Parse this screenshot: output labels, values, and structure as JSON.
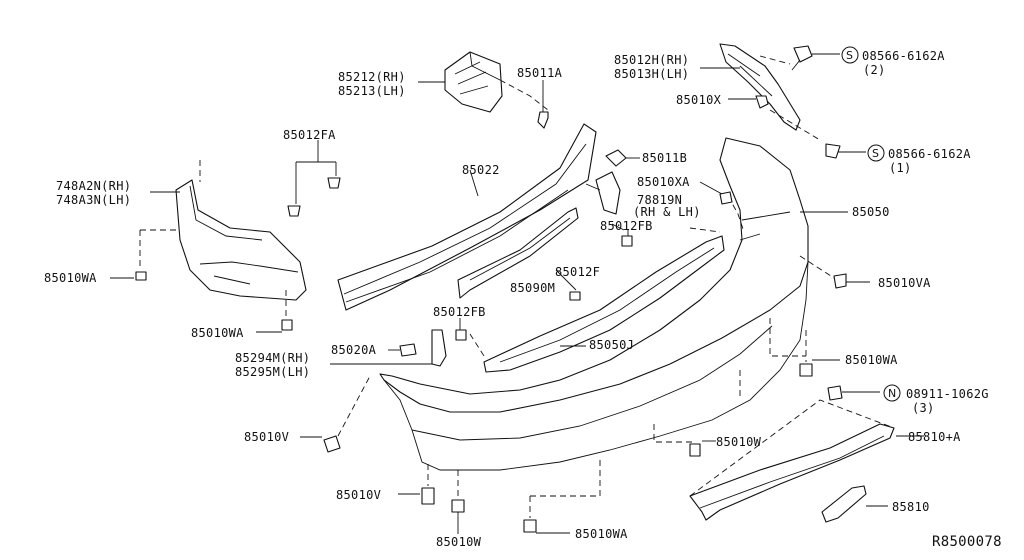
{
  "labels": {
    "p85212": "85212(RH)",
    "p85213": "85213(LH)",
    "p85011A": "85011A",
    "p85012H": "85012H(RH)",
    "p85013H": "85013H(LH)",
    "p85010X": "85010X",
    "p08566a": "08566-6162A",
    "p08566a_q": "(2)",
    "p08566b": "08566-6162A",
    "p08566b_q": "(1)",
    "p85012FA": "85012FA",
    "p748A2N": "748A2N(RH)",
    "p748A3N": "748A3N(LH)",
    "p85022": "85022",
    "p85011B": "85011B",
    "p85010XA": "85010XA",
    "p78819N": "78819N",
    "p78819N_sub": "(RH & LH)",
    "p85012FB_top": "85012FB",
    "p85050": "85050",
    "p85010WA_l": "85010WA",
    "p85090M": "85090M",
    "p85012F": "85012F",
    "p85010VA": "85010VA",
    "p85010WA_2": "85010WA",
    "p85012FB_mid": "85012FB",
    "p85020A": "85020A",
    "p85050J": "85050J",
    "p85294M": "85294M(RH)",
    "p85295M": "85295M(LH)",
    "p85010WA_r": "85010WA",
    "p08911": "08911-1062G",
    "p08911_q": "(3)",
    "p85810A": "85810+A",
    "p85010V_1": "85010V",
    "p85010W_1": "85010W",
    "p85010V_2": "85010V",
    "p85810": "85810",
    "p85010W_2": "85010W",
    "p85010WA_b": "85010WA",
    "ref": "R8500078"
  },
  "symbols": {
    "screw": "S",
    "nut": "N"
  }
}
